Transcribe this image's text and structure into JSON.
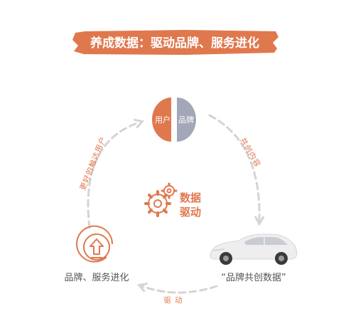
{
  "banner": {
    "title": "养成数据：驱动品牌、服务进化"
  },
  "hub": {
    "left_label": "用户",
    "right_label": "品牌"
  },
  "arcs": {
    "top_right": "共创内容",
    "top_left": "更好的触达用户",
    "bottom": "驱 动"
  },
  "center": {
    "line1": "数据",
    "line2": "驱动"
  },
  "nodes": {
    "left": "品牌、服务进化",
    "right": "“品牌共创数据”"
  },
  "colors": {
    "accent": "#e0784e",
    "gray": "#a3a7b8",
    "dash": "#d4d4d4"
  },
  "icons": [
    "gears-icon",
    "upgrade-arrow-icon",
    "car-icon"
  ]
}
